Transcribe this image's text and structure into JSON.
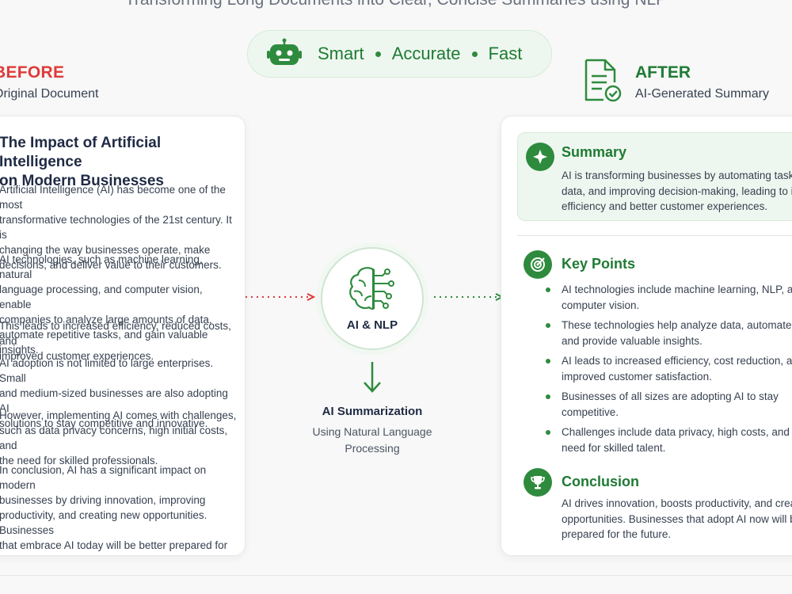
{
  "subtitle": "Transforming Long Documents into Clear, Concise Summaries using NLP",
  "tagline": {
    "icon": "robot-icon",
    "items": [
      "Smart",
      "Accurate",
      "Fast"
    ]
  },
  "before": {
    "title": "BEFORE",
    "subtitle": "Original Document"
  },
  "after": {
    "icon": "document-check-icon",
    "title": "AFTER",
    "subtitle": "AI-Generated Summary"
  },
  "document": {
    "title_lines": [
      "The Impact of Artificial Intelligence",
      "on Modern Businesses"
    ],
    "paragraphs": [
      [
        "Artificial Intelligence (AI) has become one of the most",
        "transformative technologies of the 21st century. It is",
        "changing the way businesses operate, make",
        "decisions, and deliver value to their customers."
      ],
      [
        "AI technologies, such as machine learning, natural",
        "language processing, and computer vision, enable",
        "companies to analyze large amounts of data,",
        "automate repetitive tasks, and gain valuable insights."
      ],
      [
        "This leads to increased efficiency, reduced costs, and",
        "improved customer experiences."
      ],
      [
        "AI adoption is not limited to large enterprises. Small",
        "and medium-sized businesses are also adopting AI",
        "solutions to stay competitive and innovative."
      ],
      [
        "However, implementing AI comes with challenges,",
        "such as data privacy concerns, high initial costs, and",
        "the need for skilled professionals."
      ],
      [
        "In conclusion, AI has a significant impact on modern",
        "businesses by driving innovation, improving",
        "productivity, and creating new opportunities. Businesses",
        "that embrace AI today will be better prepared for the"
      ]
    ]
  },
  "process": {
    "circle_label": "AI & NLP",
    "icon": "brain-circuit-icon",
    "title": "AI Summarization",
    "subtitle_lines": [
      "Using Natural Language",
      "Processing"
    ]
  },
  "summary": {
    "title": "Summary",
    "icon": "sparkle-icon",
    "lines": [
      "AI is transforming businesses by automating tasks, analyzing",
      "data, and improving decision-making, leading to increased",
      "efficiency and better customer experiences."
    ]
  },
  "key_points": {
    "title": "Key Points",
    "icon": "target-icon",
    "items": [
      [
        "AI technologies include machine learning, NLP, and",
        "computer vision."
      ],
      [
        "These technologies help analyze data, automate tasks,",
        "and provide valuable insights."
      ],
      [
        "AI leads to increased efficiency, cost reduction, and",
        "improved customer satisfaction."
      ],
      [
        "Businesses of all sizes are adopting AI to stay",
        "competitive."
      ],
      [
        "Challenges include data privacy, high costs, and the",
        "need for skilled talent."
      ]
    ]
  },
  "conclusion": {
    "title": "Conclusion",
    "icon": "trophy-icon",
    "lines": [
      "AI drives innovation, boosts productivity, and creates new",
      "opportunities. Businesses that adopt AI now will be better",
      "prepared for the future."
    ]
  },
  "colors": {
    "green": "#2e8b3e",
    "red": "#e03a3a",
    "navy": "#1f2a44"
  }
}
